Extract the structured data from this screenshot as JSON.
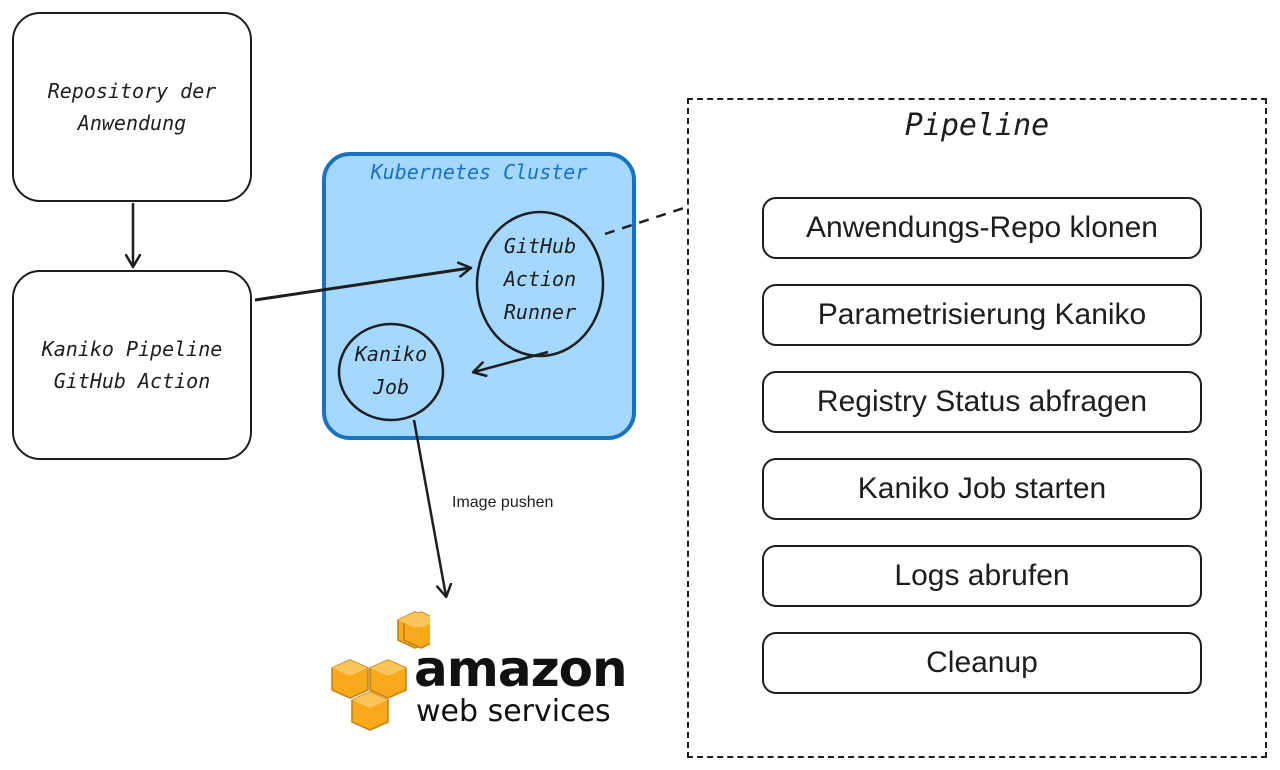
{
  "nodes": {
    "repository": "Repository der\nAnwendung",
    "pipeline_action": "Kaniko Pipeline\nGitHub Action",
    "cluster": "Kubernetes Cluster",
    "runner": "GitHub\nAction\nRunner",
    "kaniko_job": "Kaniko\nJob"
  },
  "edges": {
    "push_label": "Image pushen"
  },
  "pipeline": {
    "title": "Pipeline",
    "steps": [
      "Anwendungs-Repo klonen",
      "Parametrisierung Kaniko",
      "Registry Status abfragen",
      "Kaniko Job starten",
      "Logs abrufen",
      "Cleanup"
    ]
  },
  "aws_logo": {
    "word1": "amazon",
    "word2": "web services"
  },
  "colors": {
    "cluster_fill": "#a5d8ff",
    "cluster_stroke": "#1971c2",
    "stroke": "#1e1e1e",
    "aws_orange": "#f7a81b"
  }
}
